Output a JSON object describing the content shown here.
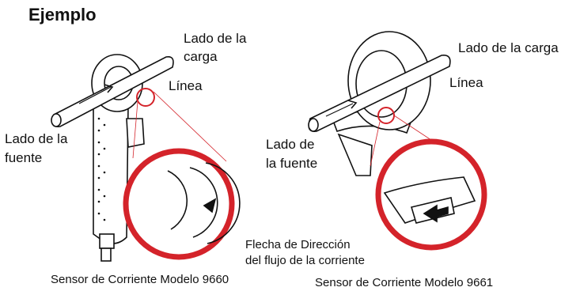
{
  "title": "Ejemplo",
  "left": {
    "load_side_1": "Lado de la",
    "load_side_2": "carga",
    "line": "Línea",
    "source_side_1": "Lado de la",
    "source_side_2": "fuente",
    "caption": "Sensor de Corriente Modelo 9660"
  },
  "right": {
    "load_side": "Lado de la carga",
    "line": "Línea",
    "source_side_1": "Lado de",
    "source_side_2": "la fuente",
    "caption": "Sensor de Corriente Modelo 9661"
  },
  "arrow_note_1": "Flecha de Dirección",
  "arrow_note_2": "del flujo de la corriente",
  "colors": {
    "highlight": "#d4232a",
    "ink": "#111111"
  }
}
